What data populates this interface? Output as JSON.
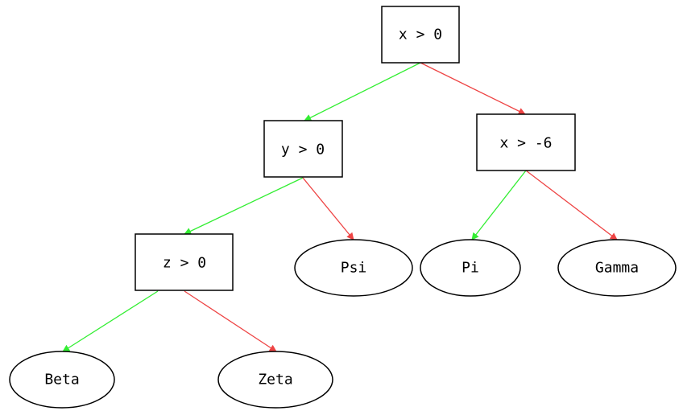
{
  "colors": {
    "true_edge": "#33ee33",
    "false_edge": "#ee4444",
    "node_stroke": "#000000"
  },
  "nodes": [
    {
      "id": "n1",
      "label": "x > 0",
      "shape": "box"
    },
    {
      "id": "n2",
      "label": "y > 0",
      "shape": "box"
    },
    {
      "id": "n3",
      "label": "x > -6",
      "shape": "box"
    },
    {
      "id": "n4",
      "label": "z > 0",
      "shape": "box"
    },
    {
      "id": "n5",
      "label": "Psi",
      "shape": "ellipse"
    },
    {
      "id": "n6",
      "label": "Pi",
      "shape": "ellipse"
    },
    {
      "id": "n7",
      "label": "Gamma",
      "shape": "ellipse"
    },
    {
      "id": "n8",
      "label": "Beta",
      "shape": "ellipse"
    },
    {
      "id": "n9",
      "label": "Zeta",
      "shape": "ellipse"
    }
  ],
  "edges": [
    {
      "from": "n1",
      "to": "n2",
      "branch": "true"
    },
    {
      "from": "n1",
      "to": "n3",
      "branch": "false"
    },
    {
      "from": "n2",
      "to": "n4",
      "branch": "true"
    },
    {
      "from": "n2",
      "to": "n5",
      "branch": "false"
    },
    {
      "from": "n3",
      "to": "n6",
      "branch": "true"
    },
    {
      "from": "n3",
      "to": "n7",
      "branch": "false"
    },
    {
      "from": "n4",
      "to": "n8",
      "branch": "true"
    },
    {
      "from": "n4",
      "to": "n9",
      "branch": "false"
    }
  ]
}
